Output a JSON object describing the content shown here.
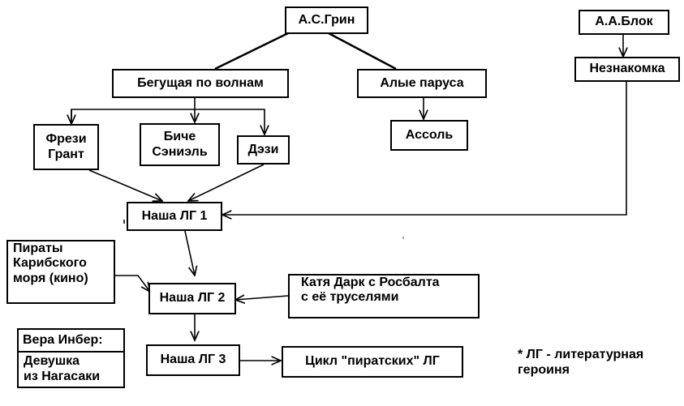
{
  "nodes": {
    "green": "А.С.Грин",
    "blok": "А.А.Блок",
    "begushchaya": "Бегущая  по волнам",
    "alye": "Алые паруса",
    "neznakomka": "Незнакомка",
    "frezi": [
      "Фрези",
      "Грант"
    ],
    "biche": [
      "Биче",
      "Сэниэль"
    ],
    "dezi": "Дэзи",
    "assol": "Ассоль",
    "lg1": "Наша ЛГ 1",
    "pirates": [
      "Пираты",
      "Карибского",
      "моря (кино)"
    ],
    "lg2": "Наша ЛГ 2",
    "katya": [
      "Катя Дарк с Росбалта",
      "с её труселями"
    ],
    "vera_title": "Вера Инбер:",
    "vera_body": [
      "Девушка",
      "из Нагасаки"
    ],
    "lg3": "Наша ЛГ 3",
    "cycle": "Цикл  \"пиратских\" ЛГ"
  },
  "footnote": [
    "* ЛГ - литературная",
    "героиня"
  ]
}
